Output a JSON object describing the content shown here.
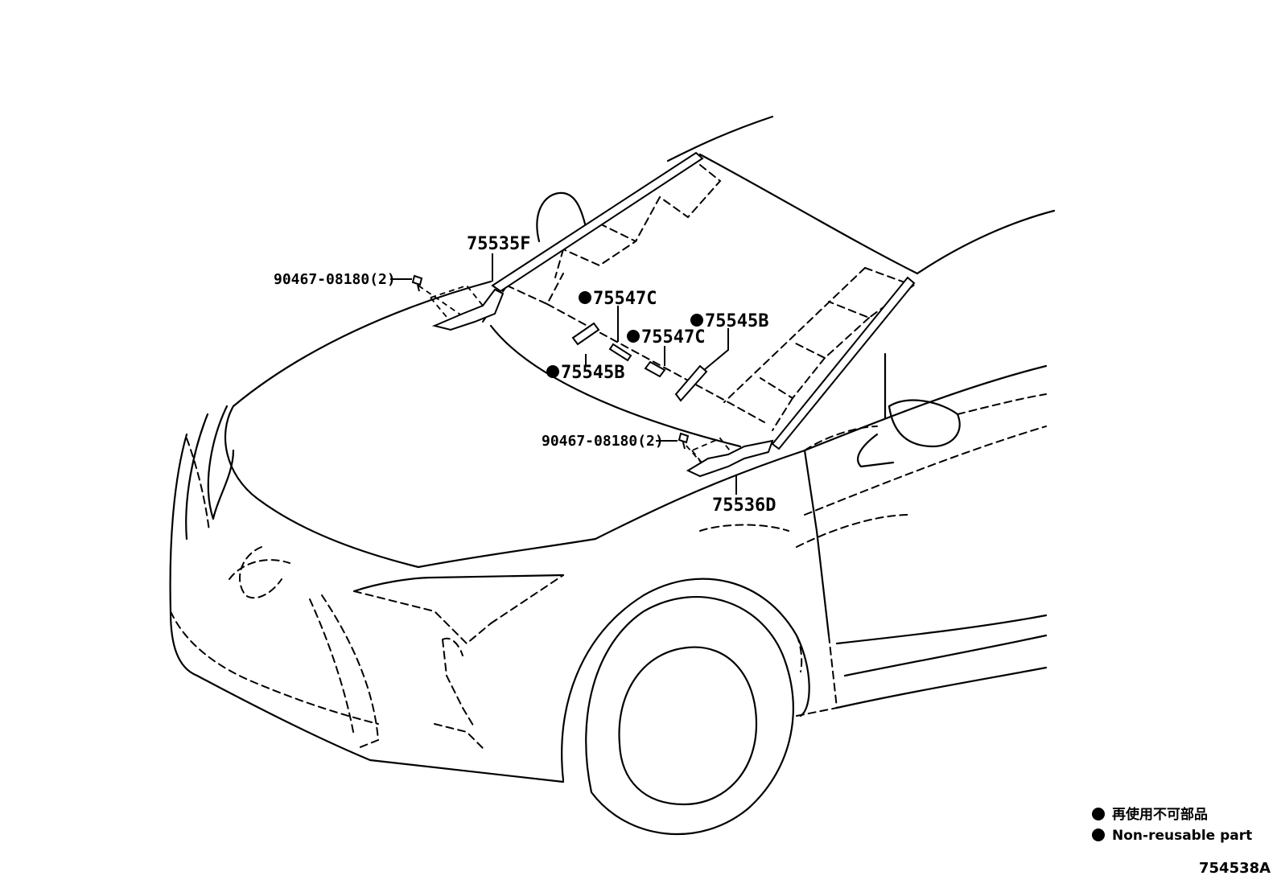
{
  "callouts": {
    "c75535F": "75535F",
    "c75536D": "75536D",
    "c75547C_a": "75547C",
    "c75547C_b": "75547C",
    "c75545B_a": "75545B",
    "c75545B_b": "75545B",
    "clip_top": "90467-08180(2)",
    "clip_bottom": "90467-08180(2)"
  },
  "legend": {
    "jp": "再使用不可部品",
    "en": "Non-reusable part"
  },
  "diagram_code": "754538A",
  "colors": {
    "ink": "#000000",
    "paper": "#ffffff"
  }
}
